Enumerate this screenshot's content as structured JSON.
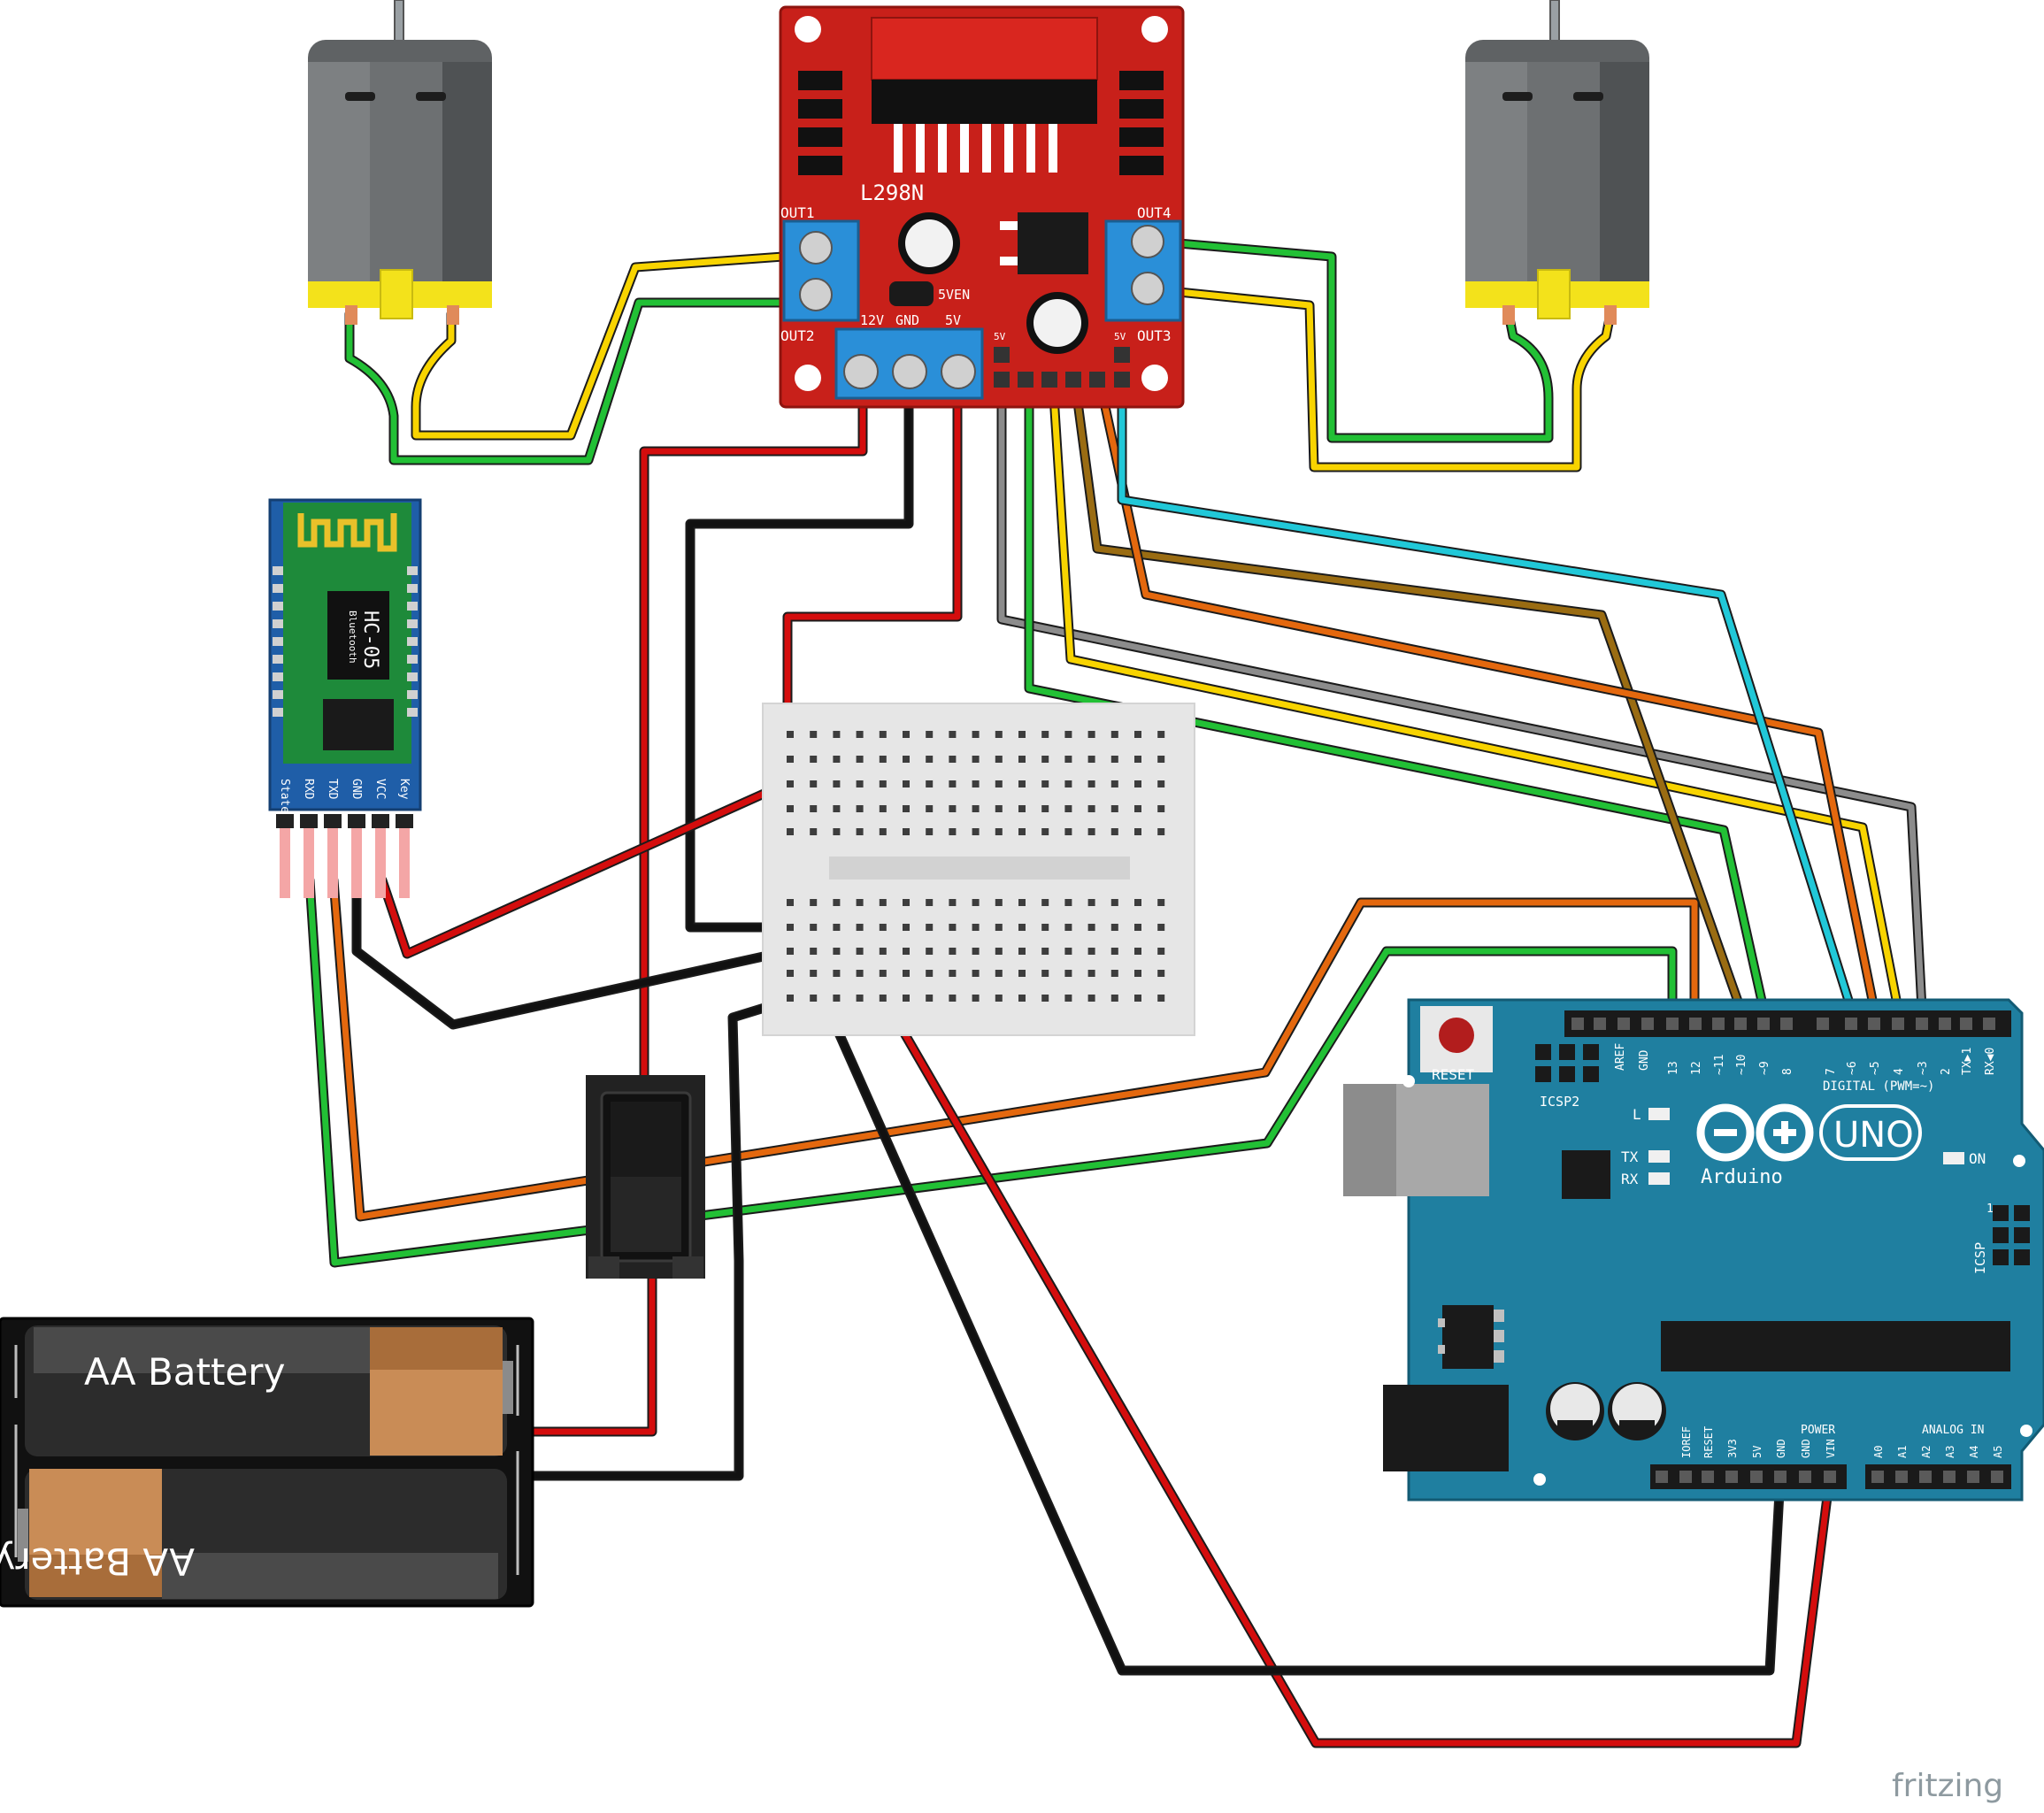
{
  "driver": {
    "chip": "L298N",
    "out1": "OUT1",
    "out2": "OUT2",
    "out3": "OUT3",
    "out4": "OUT4",
    "ven": "5VEN",
    "v12": "12V",
    "gnd": "GND",
    "v5": "5V",
    "pin5v_left": "5V",
    "pin5v_right": "5V"
  },
  "bluetooth": {
    "model": "HC-05",
    "sub": "Bluetooth",
    "pins": [
      "State",
      "RXD",
      "TXD",
      "GND",
      "VCC",
      "Key"
    ]
  },
  "battery": {
    "top": "AA Battery",
    "bottom": "AA Battery"
  },
  "arduino": {
    "reset": "RESET",
    "icsp2": "ICSP2",
    "icsp": "ICSP",
    "icsp_pin": "1",
    "l": "L",
    "tx": "TX",
    "rx": "RX",
    "on": "ON",
    "uno": "UNO",
    "brand": "Arduino",
    "digital": "DIGITAL (PWM=~)",
    "aref": "AREF",
    "gnd_top": "GND",
    "digital_pins": [
      "13",
      "12",
      "~11",
      "~10",
      "~9",
      "8",
      "7",
      "~6",
      "~5",
      "4",
      "~3",
      "2",
      "TX▶1",
      "RX◀0"
    ],
    "power": "POWER",
    "analog": "ANALOG IN",
    "power_pins": [
      "IOREF",
      "RESET",
      "3V3",
      "5V",
      "GND",
      "GND",
      "VIN"
    ],
    "analog_pins": [
      "A0",
      "A1",
      "A2",
      "A3",
      "A4",
      "A5"
    ]
  },
  "watermark": "fritzing",
  "colors": {
    "board_red": "#c8201a",
    "terminal_blue": "#2a8fd8",
    "arduino_teal": "#1f7fa0",
    "bt_blue": "#1f5ea8",
    "bt_green": "#1e8a3a",
    "motor_yellow": "#f3e21b",
    "wire_red": "#d40d0d",
    "wire_green": "#22c035",
    "wire_yellow": "#f8d400",
    "wire_orange": "#e4680e",
    "wire_brown": "#9a6c12",
    "wire_cyan": "#21c8d8",
    "wire_gray": "#8c8c8c",
    "wire_black": "#111111"
  }
}
